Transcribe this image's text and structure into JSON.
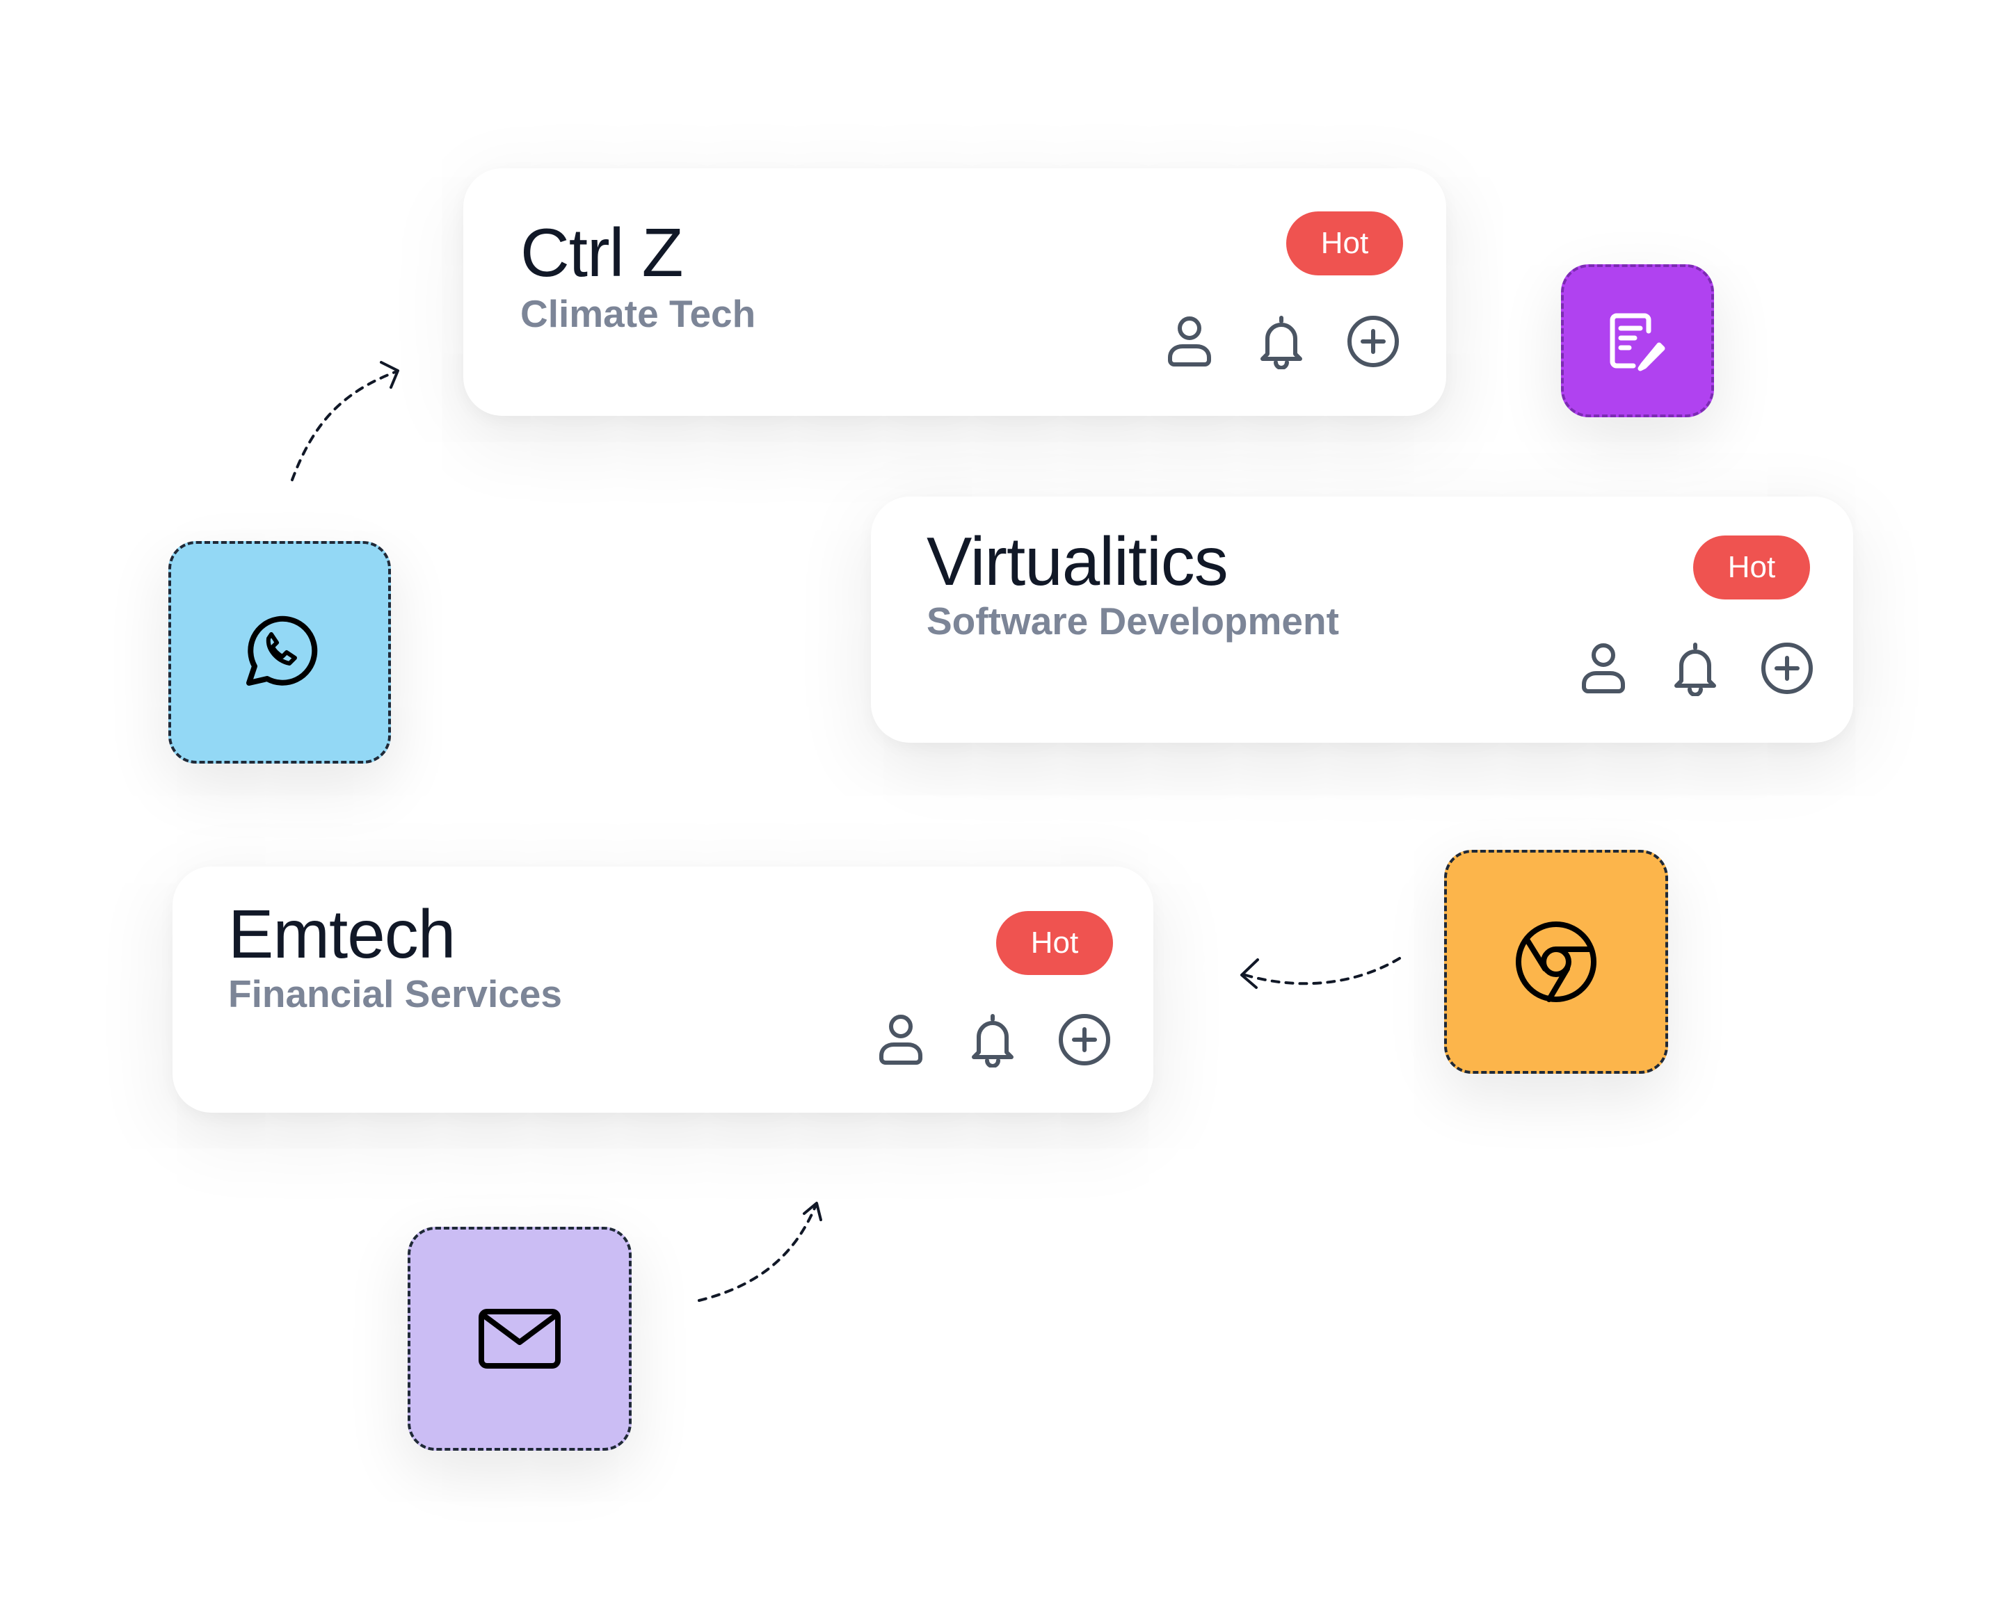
{
  "cards": [
    {
      "title": "Ctrl Z",
      "subtitle": "Climate Tech",
      "badge": "Hot"
    },
    {
      "title": "Virtualitics",
      "subtitle": "Software Development",
      "badge": "Hot"
    },
    {
      "title": "Emtech",
      "subtitle": "Financial Services",
      "badge": "Hot"
    }
  ],
  "card_actions": [
    "user-icon",
    "bell-icon",
    "plus-circle-icon"
  ],
  "tiles": [
    {
      "icon": "whatsapp-icon",
      "color": "#93d8f5"
    },
    {
      "icon": "note-edit-icon",
      "color": "#b042f0"
    },
    {
      "icon": "chrome-icon",
      "color": "#fcb54b"
    },
    {
      "icon": "mail-icon",
      "color": "#cbbdf4"
    }
  ],
  "colors": {
    "badge": "#ef5350",
    "title": "#111827",
    "subtitle": "#7c8597",
    "icon": "#4b5563"
  }
}
